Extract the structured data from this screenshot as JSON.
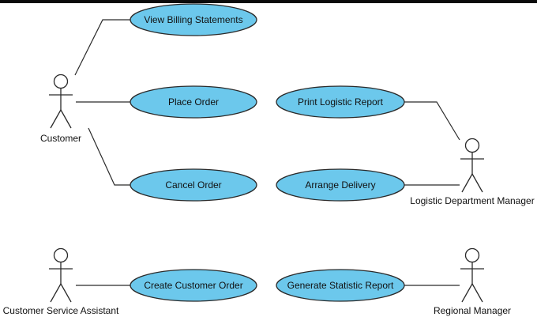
{
  "colors": {
    "use_case_fill": "#6cc8ec",
    "actor_head_fill": "#6cc8ec",
    "line": "#2a2a2a",
    "top_bar": "#0b0b0b"
  },
  "use_cases": {
    "view_billing": "View Billing Statements",
    "place_order": "Place Order",
    "cancel_order": "Cancel Order",
    "print_logistic": "Print Logistic Report",
    "arrange_delivery": "Arrange Delivery",
    "create_customer_order": "Create Customer Order",
    "generate_statistic": "Generate Statistic Report"
  },
  "actors": {
    "customer": "Customer",
    "logistic_manager": "Logistic Department Manager",
    "service_assistant": "Customer Service Assistant",
    "regional_manager": "Regional Manager"
  }
}
